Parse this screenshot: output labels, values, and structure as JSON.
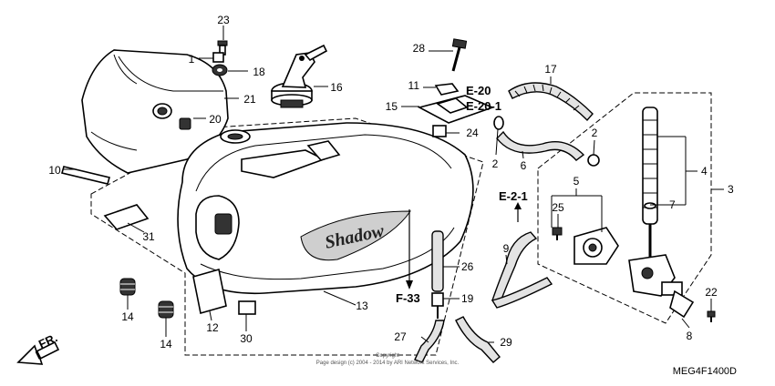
{
  "callouts": [
    "23",
    "1",
    "18",
    "16",
    "21",
    "20",
    "10",
    "31",
    "14",
    "14",
    "12",
    "30",
    "13",
    "28",
    "11",
    "15",
    "24",
    "17",
    "2",
    "2",
    "6",
    "4",
    "7",
    "3",
    "5",
    "25",
    "9",
    "26",
    "19",
    "27",
    "29",
    "22",
    "8"
  ],
  "refs": {
    "e20": "E-20",
    "e20_1": "E-20-1",
    "e2_1": "E-2-1",
    "f33": "F-33",
    "fr": "FR."
  },
  "tank_logo": "Shadow",
  "copyright": {
    "line1": "Copyright",
    "line2": "Page design (c) 2004 - 2014 by ARI Network Services, Inc."
  },
  "diagram_code": "MEG4F1400D"
}
